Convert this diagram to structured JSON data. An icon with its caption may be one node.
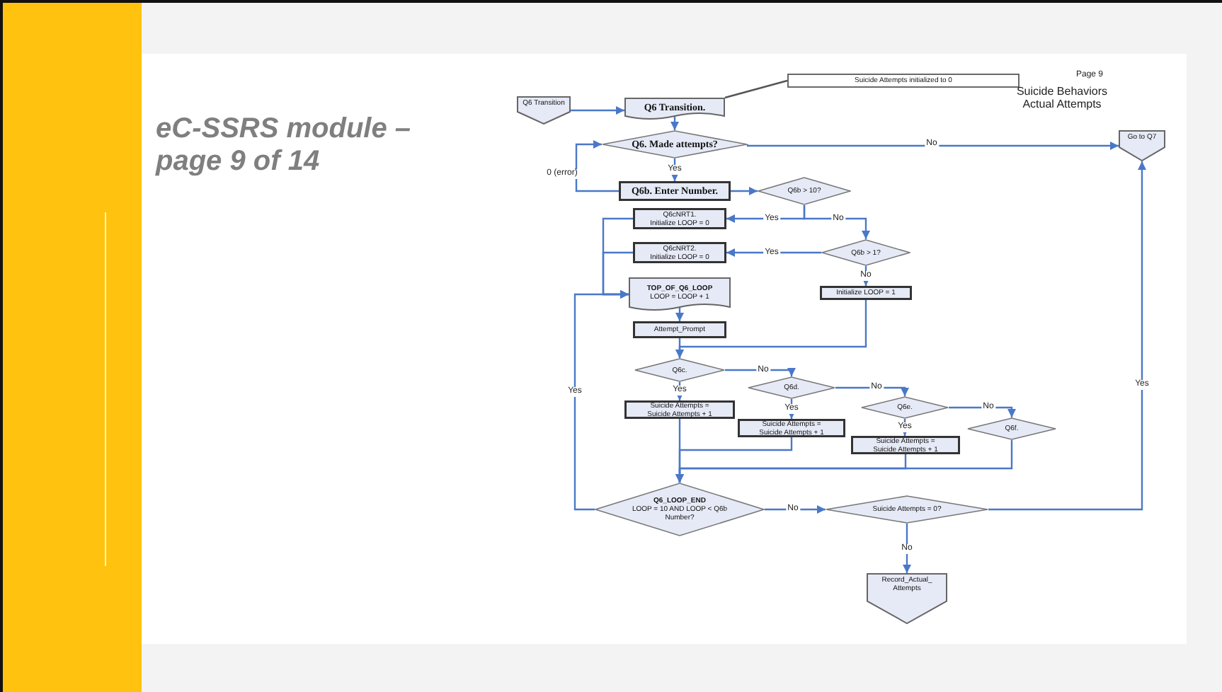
{
  "diagram": {
    "title": "eC-SSRS module – page 9 of 14",
    "nodes": [
      {
        "text": [
          "Suicide Attempts initialized to 0"
        ]
      },
      {
        "text": [
          "Q6 Transition"
        ]
      },
      {
        "text": [
          "Q6 Transition."
        ]
      },
      {
        "text": [
          "Q6. Made attempts?"
        ]
      },
      {
        "text": [
          "Go to Q7"
        ]
      },
      {
        "text": [
          "Q6b. Enter Number."
        ]
      },
      {
        "text": [
          "Q6b > 10?"
        ]
      },
      {
        "text": [
          "Q6cNRT1.",
          "Initialize LOOP = 0"
        ]
      },
      {
        "text": [
          "Q6cNRT2.",
          "Initialize LOOP = 0"
        ]
      },
      {
        "text": [
          "Q6b > 1?"
        ]
      },
      {
        "text": [
          "TOP_OF_Q6_LOOP",
          "LOOP = LOOP + 1"
        ]
      },
      {
        "text": [
          "Initialize LOOP = 1"
        ]
      },
      {
        "text": [
          "Attempt_Prompt"
        ]
      },
      {
        "text": [
          "Q6c."
        ]
      },
      {
        "text": [
          "Q6d."
        ]
      },
      {
        "text": [
          "Q6e."
        ]
      },
      {
        "text": [
          "Q6f."
        ]
      },
      {
        "text": [
          "Suicide Attempts = Suicide Attempts + 1"
        ]
      },
      {
        "text": [
          "Suicide Attempts = Suicide Attempts + 1"
        ]
      },
      {
        "text": [
          "Suicide Attempts = Suicide Attempts + 1"
        ]
      },
      {
        "text": [
          "Q6_LOOP_END",
          "LOOP = 10 AND LOOP < Q6b Number?"
        ]
      },
      {
        "text": [
          "Suicide Attempts = 0?"
        ]
      },
      {
        "text": [
          "Record_Actual_ Attempts"
        ]
      }
    ],
    "edges": [
      {
        "from": 0,
        "to": 2,
        "arrow": "none",
        "color": "#555555"
      },
      {
        "from": 1,
        "to": 2,
        "arrow": "to"
      },
      {
        "from": 2,
        "to": 3,
        "arrow": "to"
      },
      {
        "from": 3,
        "to": 4,
        "arrow": "to",
        "label": "No"
      },
      {
        "from": 3,
        "to": 5,
        "arrow": "to",
        "label": "Yes"
      },
      {
        "from": 5,
        "to": 3,
        "arrow": "to",
        "label": "0 (error)"
      },
      {
        "from": 5,
        "to": 6,
        "arrow": "to"
      },
      {
        "from": 6,
        "to": 7,
        "arrow": "to",
        "label": "Yes"
      },
      {
        "from": 6,
        "to": 9,
        "arrow": "to",
        "label": "No"
      },
      {
        "from": 9,
        "to": 8,
        "arrow": "to",
        "label": "Yes"
      },
      {
        "from": 9,
        "to": 11,
        "arrow": "to",
        "label": "No"
      },
      {
        "from": 7,
        "to": 10,
        "arrow": "to"
      },
      {
        "from": 8,
        "to": 10,
        "arrow": "to"
      },
      {
        "from": 10,
        "to": 12,
        "arrow": "to"
      },
      {
        "from": 11,
        "to": 13,
        "arrow": "to"
      },
      {
        "from": 12,
        "to": 13,
        "arrow": "to"
      },
      {
        "from": 13,
        "to": 17,
        "arrow": "to",
        "label": "Yes"
      },
      {
        "from": 13,
        "to": 14,
        "arrow": "to",
        "label": "No"
      },
      {
        "from": 14,
        "to": 18,
        "arrow": "to",
        "label": "Yes"
      },
      {
        "from": 14,
        "to": 15,
        "arrow": "to",
        "label": "No"
      },
      {
        "from": 15,
        "to": 19,
        "arrow": "to",
        "label": "Yes"
      },
      {
        "from": 15,
        "to": 16,
        "arrow": "to",
        "label": "No"
      },
      {
        "from": 17,
        "to": 20,
        "arrow": "to"
      },
      {
        "from": 18,
        "to": 20,
        "arrow": "to"
      },
      {
        "from": 19,
        "to": 20,
        "arrow": "to"
      },
      {
        "from": 16,
        "to": 20,
        "arrow": "to"
      },
      {
        "from": 20,
        "to": 10,
        "arrow": "to",
        "label": "Yes"
      },
      {
        "from": 20,
        "to": 21,
        "arrow": "to",
        "label": "No"
      },
      {
        "from": 21,
        "to": 4,
        "arrow": "to",
        "label": "Yes"
      },
      {
        "from": 21,
        "to": 22,
        "arrow": "to",
        "label": "No"
      }
    ],
    "labels": [
      "Page 9",
      "Suicide Behaviors Actual Attempts"
    ]
  }
}
